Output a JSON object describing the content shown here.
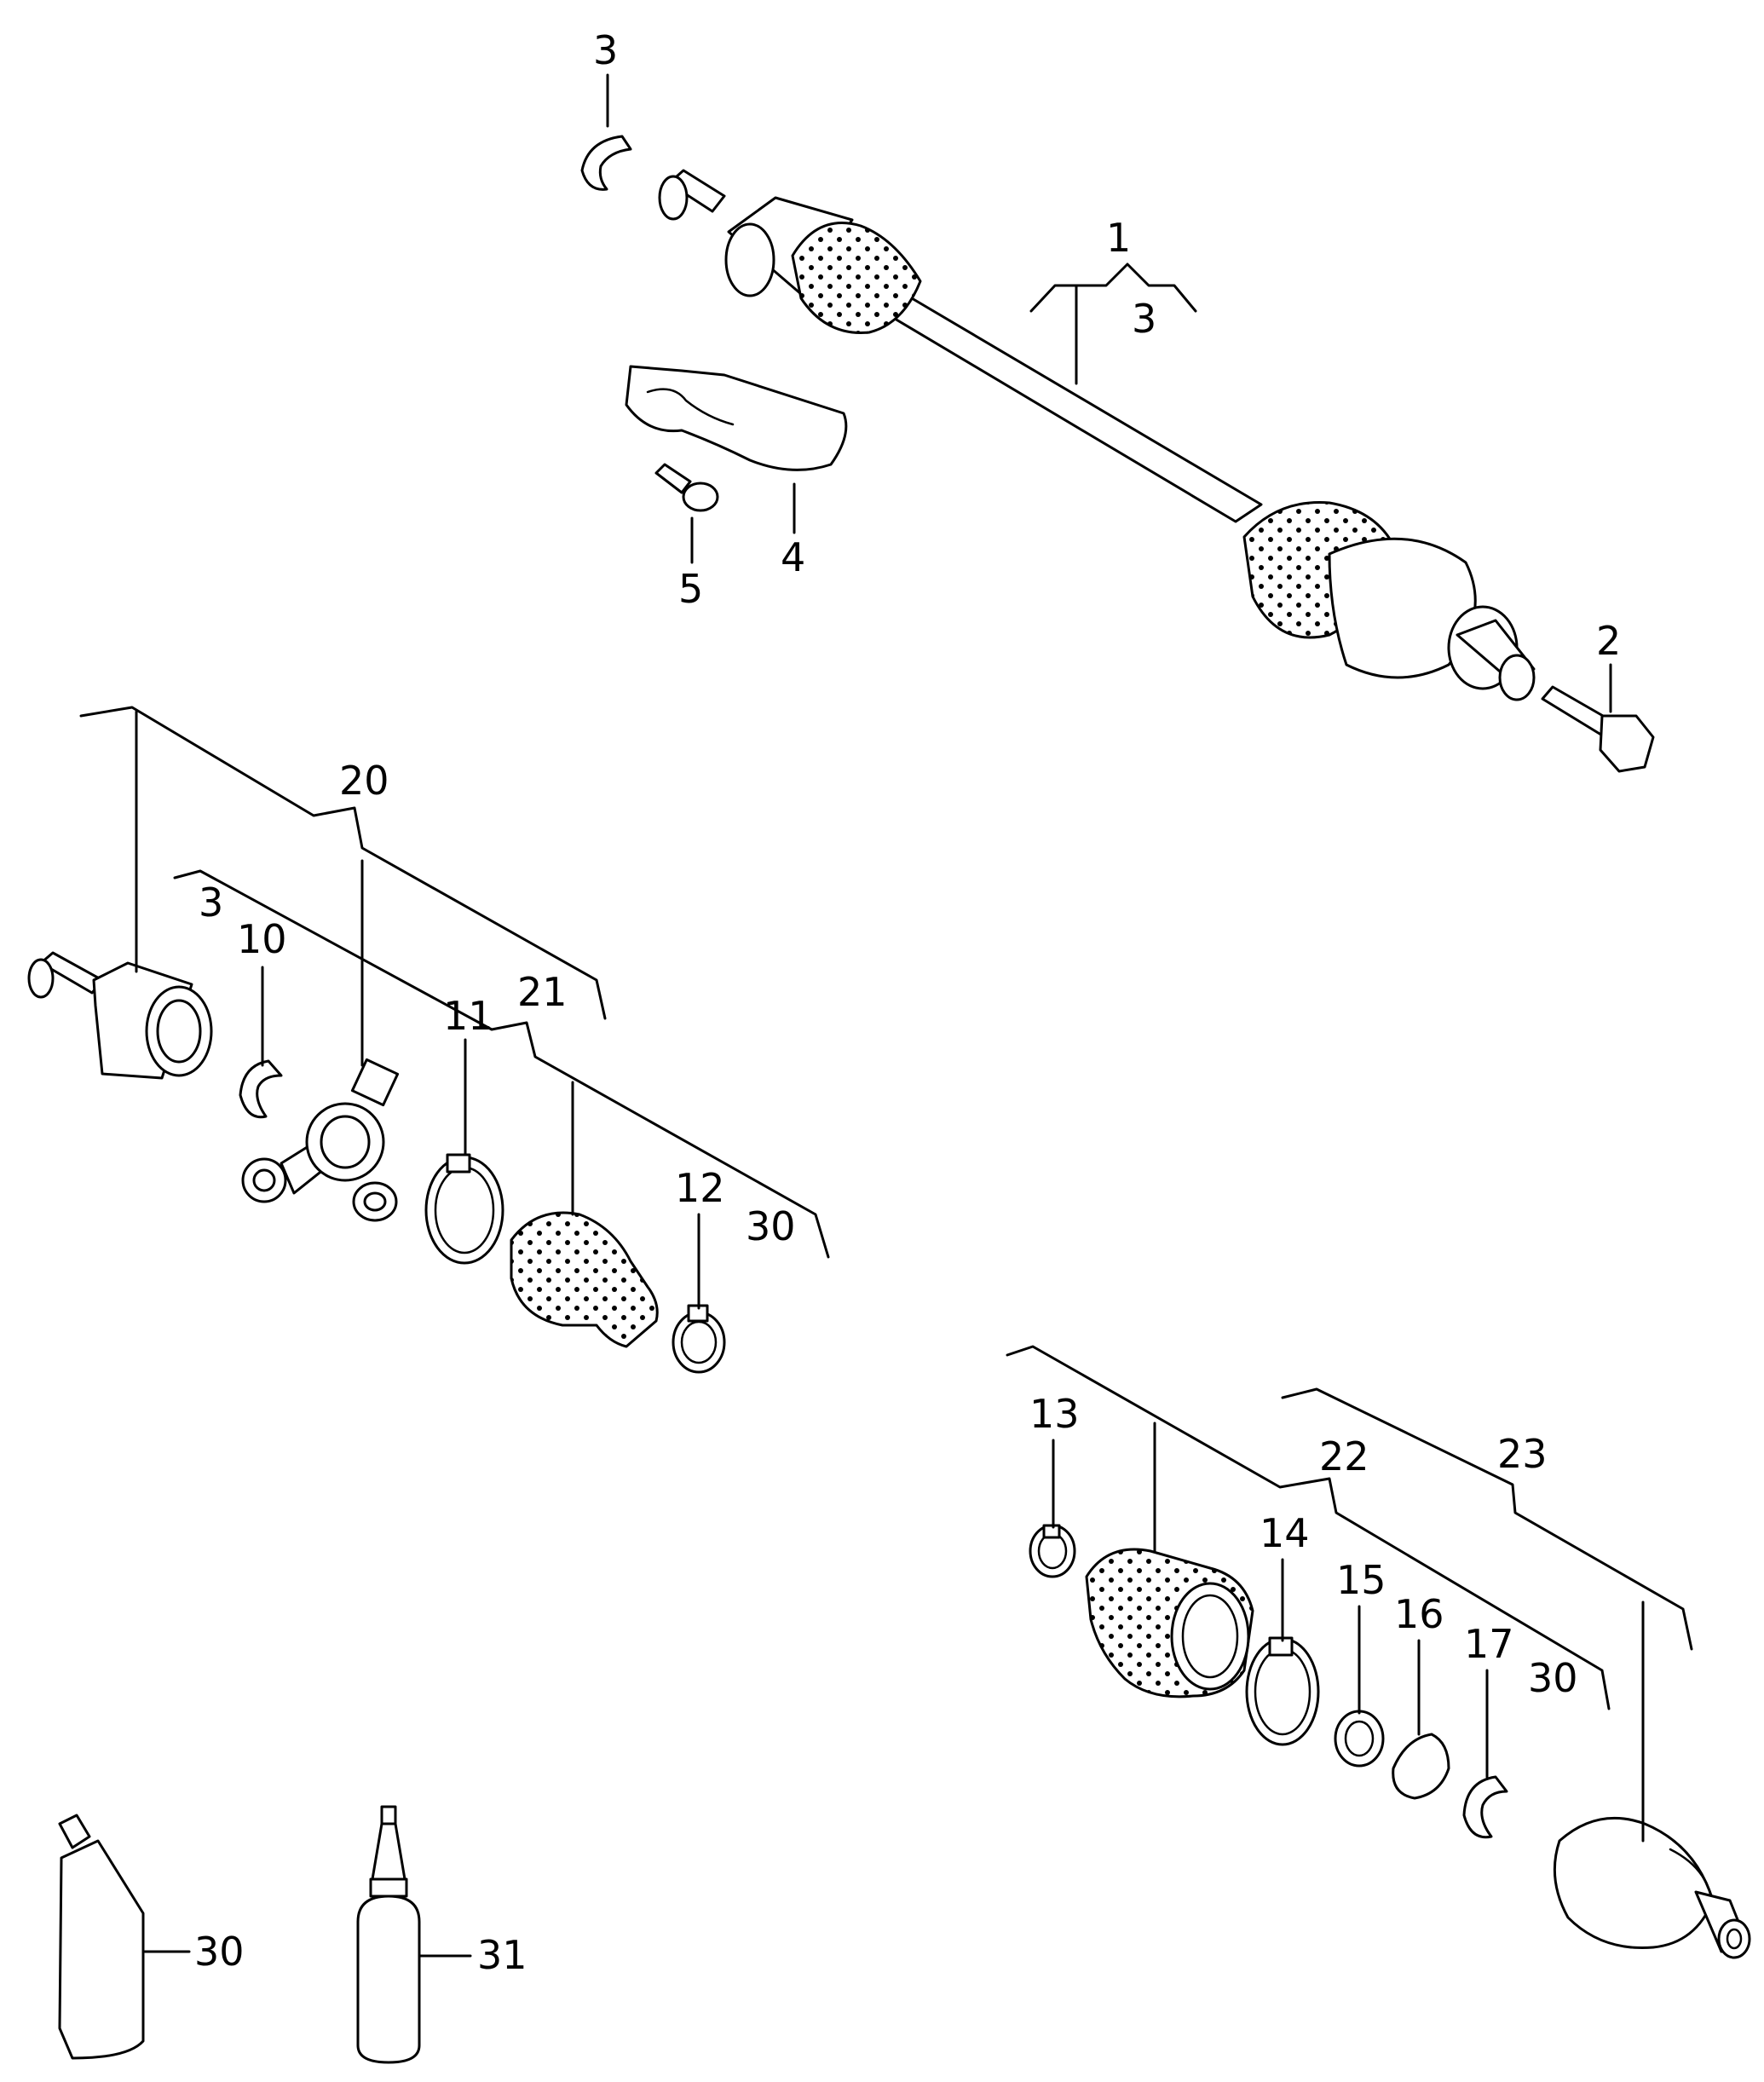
{
  "labels": {
    "n1": "1",
    "n2": "2",
    "n3a": "3",
    "n3b": "3",
    "n3c": "3",
    "n4": "4",
    "n5": "5",
    "n10": "10",
    "n11": "11",
    "n12": "12",
    "n13": "13",
    "n14": "14",
    "n15": "15",
    "n16": "16",
    "n17": "17",
    "n20": "20",
    "n21": "21",
    "n22": "22",
    "n23": "23",
    "n30a": "30",
    "n30b": "30",
    "n30c": "30",
    "n31": "31"
  },
  "colors": {
    "ink": "#000000",
    "paper": "#ffffff"
  }
}
